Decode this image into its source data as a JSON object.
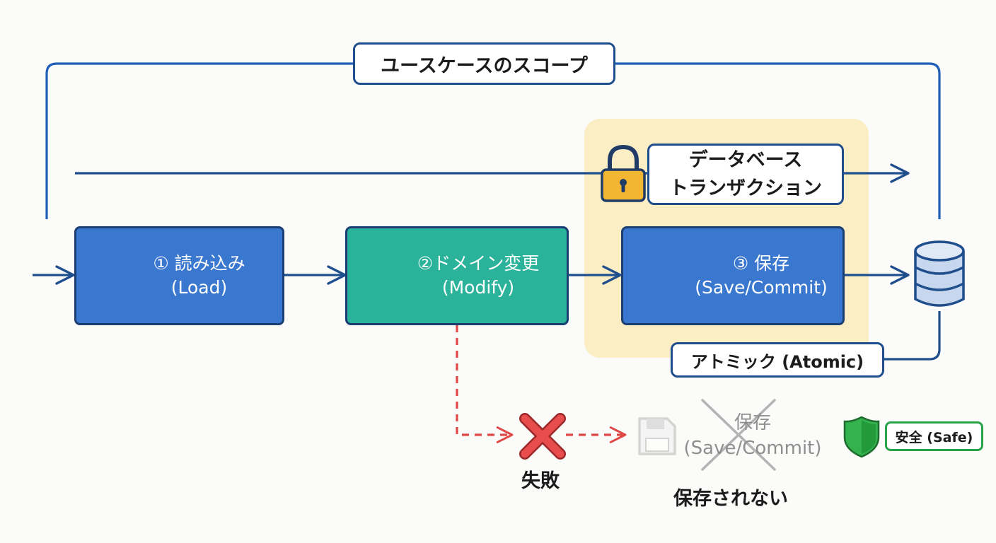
{
  "scope": {
    "title": "ユースケースのスコープ"
  },
  "transaction": {
    "line1": "データベース",
    "line2": "トランザクション"
  },
  "steps": [
    {
      "line1": "① 読み込み",
      "line2": "(Load)",
      "icon": "magnifier-icon"
    },
    {
      "line1": "②ドメイン変更",
      "line2": "(Modify)",
      "icon": "wrench-icon"
    },
    {
      "line1": "③ 保存",
      "line2": "(Save/Commit)",
      "icon": "floppy-disk-icon"
    }
  ],
  "atomic": {
    "label": "アトミック (Atomic)"
  },
  "failure": {
    "fail_label": "失敗",
    "skipped_line1": "保存",
    "skipped_line2": "(Save/Commit)",
    "not_saved": "保存されない",
    "safe_label": "安全 (Safe)"
  },
  "colors": {
    "line": "#1f4e8c",
    "step_blue": "#3a78cf",
    "step_green": "#2ab39a",
    "transaction_zone": "#fbeec4",
    "failure": "#e04848",
    "safe": "#2aa34a",
    "lock": "#f2b632"
  }
}
